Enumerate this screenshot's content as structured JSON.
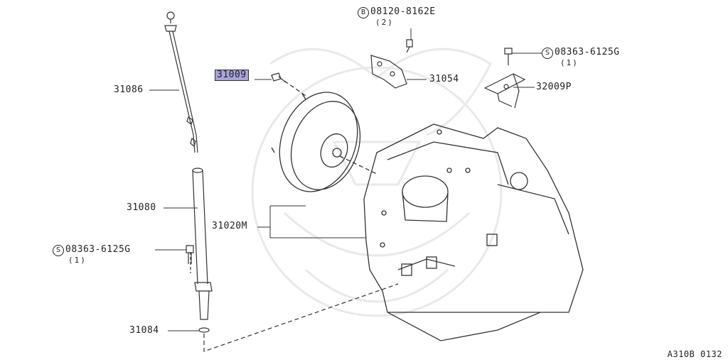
{
  "diagram": {
    "reference": "A310B 0132",
    "parts": {
      "p31009": "31009",
      "p31086": "31086",
      "p31080": "31080",
      "p31084": "31084",
      "p31020m": "31020M",
      "p31054": "31054",
      "p32009p": "32009P"
    },
    "fasteners": {
      "bolt_top": {
        "prefix": "B",
        "number": "08120-8162E",
        "qty": "(2)"
      },
      "screw_right": {
        "prefix": "S",
        "number": "08363-6125G",
        "qty": "(1)"
      },
      "screw_left": {
        "prefix": "S",
        "number": "08363-6125G",
        "qty": "(1)"
      }
    },
    "colors": {
      "highlight": "#a9a4d9",
      "line": "#333333",
      "watermark": "#e6e6e6"
    }
  }
}
